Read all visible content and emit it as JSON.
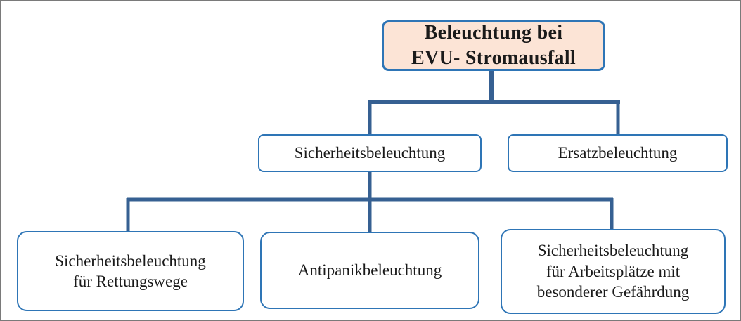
{
  "frame": {
    "background_color": "#ffffff",
    "border_color": "#7a7a7a"
  },
  "colors": {
    "root_fill": "#fce4d6",
    "node_fill": "#ffffff",
    "node_border": "#2e75b6",
    "connector_line": "#366092",
    "text": "#1a1a1a"
  },
  "diagram": {
    "type": "org-tree",
    "root": {
      "id": "beleuchtung-bei-evu-stromausfall",
      "label": "Beleuchtung bei\nEVU- Stromausfall"
    },
    "level2": [
      {
        "id": "sicherheitsbeleuchtung",
        "label": "Sicherheitsbeleuchtung",
        "parent": "beleuchtung-bei-evu-stromausfall"
      },
      {
        "id": "ersatzbeleuchtung",
        "label": "Ersatzbeleuchtung",
        "parent": "beleuchtung-bei-evu-stromausfall"
      }
    ],
    "level3": [
      {
        "id": "sicherheitsbeleuchtung-fuer-rettungswege",
        "label": "Sicherheitsbeleuchtung\nfür Rettungswege",
        "parent": "sicherheitsbeleuchtung"
      },
      {
        "id": "antipanikbeleuchtung",
        "label": "Antipanikbeleuchtung",
        "parent": "sicherheitsbeleuchtung"
      },
      {
        "id": "sicherheitsbeleuchtung-fuer-arbeitsplaetze",
        "label": "Sicherheitsbeleuchtung\nfür Arbeitsplätze mit\nbesonderer Gefährdung",
        "parent": "sicherheitsbeleuchtung"
      }
    ]
  }
}
